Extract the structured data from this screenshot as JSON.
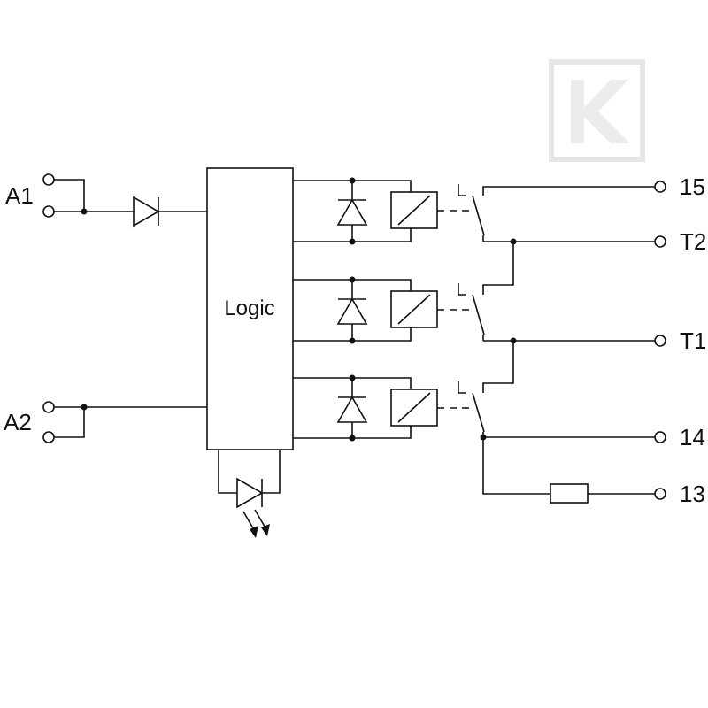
{
  "logic_block": {
    "label": "Logic"
  },
  "inputs": {
    "a1": "A1",
    "a2": "A2"
  },
  "outputs": {
    "t15": "15",
    "t2": "T2",
    "t1": "T1",
    "t14": "14",
    "t13": "13"
  },
  "watermark": {
    "text": "K",
    "color": "#e8e8e8"
  },
  "colors": {
    "line": "#111111",
    "background": "#ffffff"
  }
}
